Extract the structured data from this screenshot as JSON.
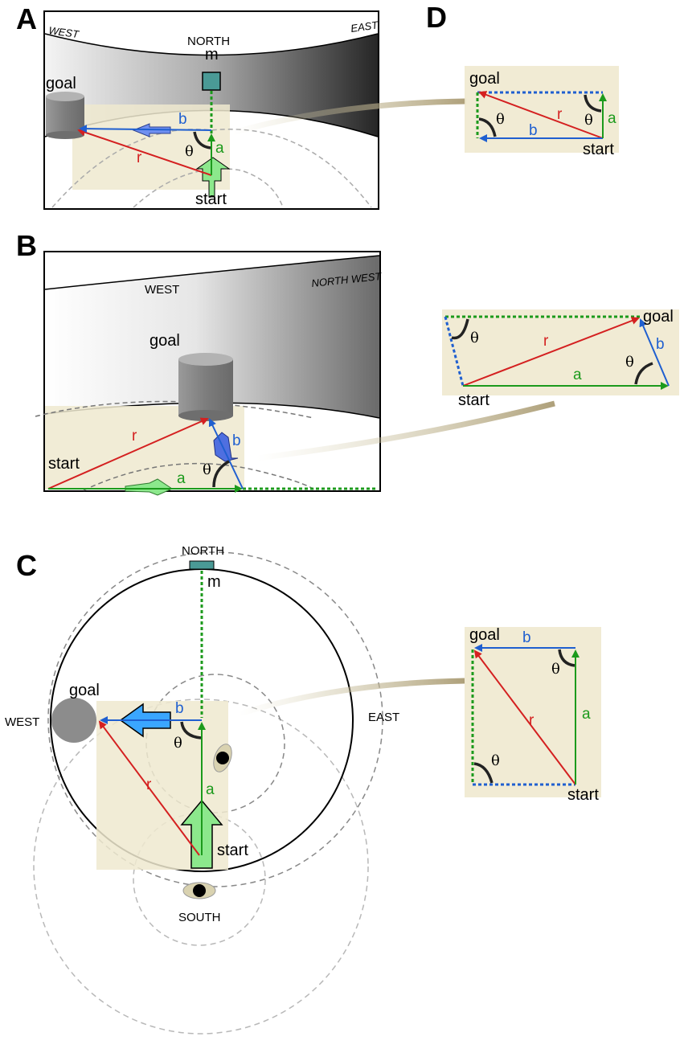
{
  "panels": {
    "A": {
      "label": "A",
      "west": "WEST",
      "east": "EAST",
      "north": "NORTH",
      "landmark": "m",
      "goal": "goal",
      "start": "start",
      "r": "r",
      "a": "a",
      "b": "b",
      "theta": "θ"
    },
    "B": {
      "label": "B",
      "west": "WEST",
      "northwest": "NORTH WEST",
      "goal": "goal",
      "start": "start",
      "r": "r",
      "a": "a",
      "b": "b",
      "theta": "θ"
    },
    "C": {
      "label": "C",
      "north": "NORTH",
      "landmark": "m",
      "west": "WEST",
      "east": "EAST",
      "south": "SOUTH",
      "goal": "goal",
      "start": "start",
      "r": "r",
      "a": "a",
      "b": "b",
      "theta": "θ"
    },
    "D": {
      "label": "D",
      "goal": "goal",
      "start": "start",
      "r": "r",
      "a": "a",
      "b": "b",
      "theta": "θ"
    },
    "insetB": {
      "goal": "goal",
      "start": "start",
      "r": "r",
      "a": "a",
      "b": "b",
      "theta": "θ"
    },
    "insetC": {
      "goal": "goal",
      "start": "start",
      "r": "r",
      "a": "a",
      "b": "b",
      "theta": "θ"
    }
  },
  "colors": {
    "r_vector": "#d42020",
    "b_vector": "#1f5fd0",
    "a_vector": "#1c9a1c",
    "region": "#efe9cf",
    "landmark": "#4a9a96"
  }
}
